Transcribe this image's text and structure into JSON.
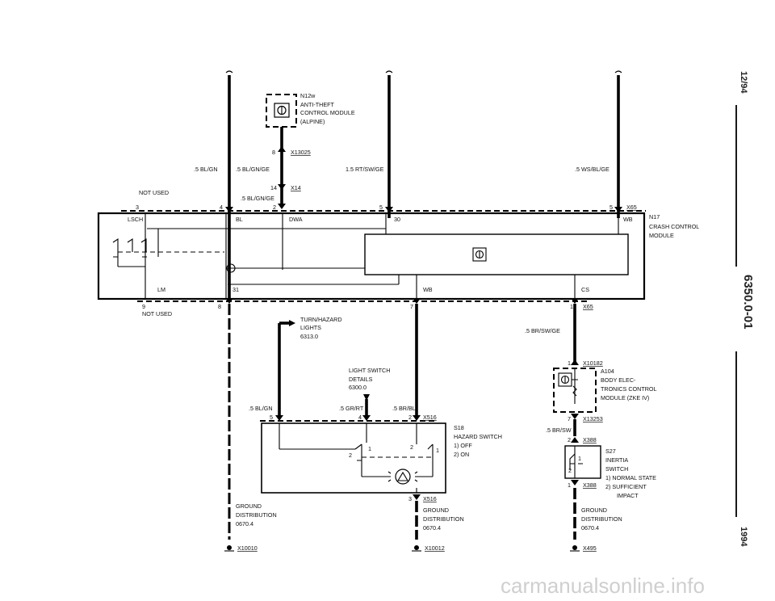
{
  "margin": {
    "date": "12/94",
    "page_code": "6350.0-01",
    "year": "1994"
  },
  "watermark": "carmanualsonline.info",
  "modules": {
    "n12w": {
      "id": "N12w",
      "lines": [
        "ANTI-THEFT",
        "CONTROL MODULE",
        "(ALPINE)"
      ]
    },
    "n17": {
      "id": "N17",
      "lines": [
        "CRASH CONTROL",
        "MODULE"
      ]
    },
    "a104": {
      "id": "A104",
      "lines": [
        "BODY ELEC-",
        "TRONICS CONTROL",
        "MODULE (ZKE IV)"
      ]
    },
    "s18": {
      "id": "S18",
      "lines": [
        "HAZARD SWITCH",
        "1)  OFF",
        "2)  ON"
      ]
    },
    "s27": {
      "id": "S27",
      "lines": [
        "INERTIA",
        "SWITCH",
        "1)  NORMAL STATE",
        "2)  SUFFICIENT",
        "IMPACT"
      ]
    }
  },
  "connectors": {
    "x13025": "X13025",
    "x14": "X14",
    "x65_top": "X65",
    "x65_bottom": "X65",
    "x10182": "X10182",
    "x13253": "X13253",
    "x388_top": "X388",
    "x388_bottom": "X388",
    "x516_top": "X516",
    "x516_bottom": "X516",
    "x10010": "X10010",
    "x10012": "X10012",
    "x495": "X495"
  },
  "wires": {
    "w_5blgn_top": ".5 BL/GN",
    "w_5blgnge_a": ".5 BL/GN/GE",
    "w_5blgnge_b": ".5 BL/GN/GE",
    "w_15rtswge": "1.5 RT/SW/GE",
    "w_5wsblge": ".5 WS/BL/GE",
    "w_5brswge": ".5 BR/SW/GE",
    "w_5brsw": ".5 BR/SW",
    "w_5blgn_bottom": ".5 BL/GN",
    "w_5grrt": ".5 GR/RT",
    "w_5brbl": ".5 BR/BL"
  },
  "pins": {
    "p8_top": "8",
    "p14": "14",
    "p2_top": "2",
    "p3": "3",
    "p4_top": "4",
    "p5_top": "5",
    "p5_right": "5",
    "p9": "9",
    "p8_bottom": "8",
    "p7_bottom": "7",
    "p1_bottom": "1",
    "p1_x10182": "1",
    "p7_x13253": "7",
    "p2_x388": "2",
    "p1_x388": "1",
    "s27_pos2": "2",
    "s27_pos1": "1",
    "p5_x516": "5",
    "p4_x516": "4",
    "p2_x516": "2",
    "p3_x516": "3",
    "s18_1a": "1",
    "s18_2a": "2",
    "s18_2b": "2",
    "s18_1b": "1"
  },
  "module_pins": {
    "lsch": "LSCH",
    "bl": "BL",
    "dwa": "DWA",
    "pin30": "30",
    "wb_top": "WB",
    "lm": "LM",
    "pin31": "31",
    "wb_bottom": "WB",
    "cs": "CS"
  },
  "notes": {
    "not_used_top": "NOT USED",
    "not_used_bottom": "NOT USED"
  },
  "references": {
    "turn_hazard": [
      "TURN/HAZARD",
      "LIGHTS",
      "6313.0"
    ],
    "light_switch": [
      "LIGHT SWITCH",
      "DETAILS",
      "6300.0"
    ],
    "ground_left": [
      "GROUND",
      "DISTRIBUTION",
      "0670.4"
    ],
    "ground_mid": [
      "GROUND",
      "DISTRIBUTION",
      "0670.4"
    ],
    "ground_right": [
      "GROUND",
      "DISTRIBUTION",
      "0670.4"
    ]
  }
}
